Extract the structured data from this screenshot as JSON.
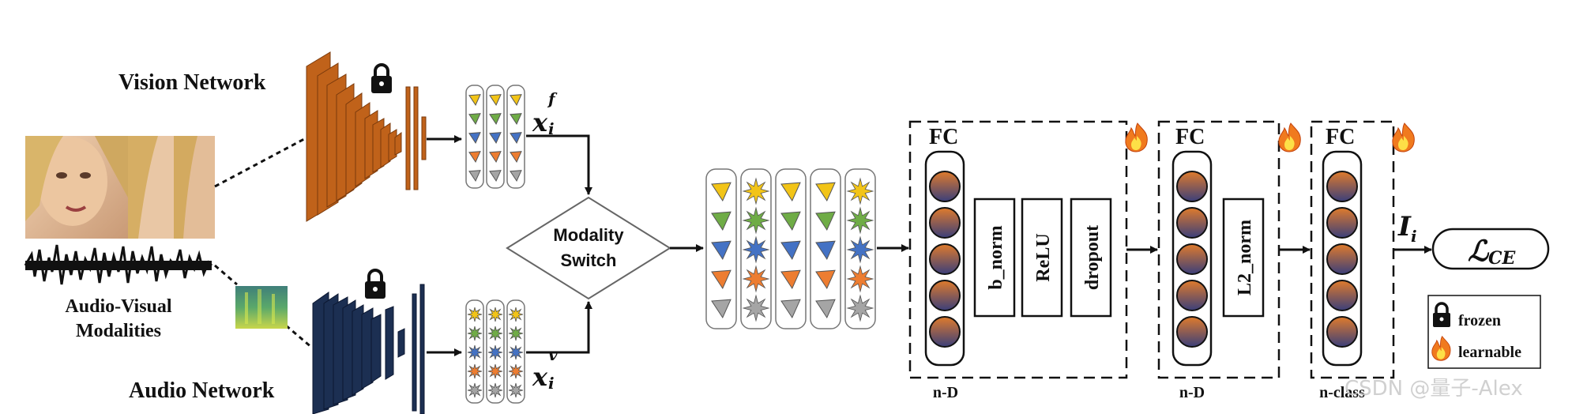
{
  "labels": {
    "vision_network": "Vision Network",
    "audio_network": "Audio Network",
    "av_line1": "Audio-Visual",
    "av_line2": "Modalities",
    "switch_line1": "Modality",
    "switch_line2": "Switch",
    "fc": "FC",
    "b_norm": "b_norm",
    "relu": "ReLU",
    "dropout": "dropout",
    "l2_norm": "L2_norm",
    "n_d": "n-D",
    "n_class": "n-class",
    "feat_vis": "x",
    "feat_vis_sup": "f",
    "feat_vis_sub": "i",
    "feat_aud": "x",
    "feat_aud_sup": "v",
    "feat_aud_sub": "i",
    "out": "I",
    "out_sub": "i",
    "loss": "ℒ",
    "loss_sub": "CE",
    "legend_frozen": "frozen",
    "legend_learnable": "learnable",
    "watermark": "CSDN @量子-Alex"
  },
  "colors": {
    "vision": "#c0621a",
    "audio": "#1c2f52",
    "yellow": "#f2c417",
    "green": "#6fac46",
    "blue": "#4472c4",
    "orange": "#ed7d31",
    "gray": "#a5a5a5",
    "neuron_top": "#e07b2c",
    "neuron_bottom": "#3b3f7a",
    "flame": "#f07a1e"
  },
  "icons": {
    "lock": "lock-icon",
    "flame": "flame-icon"
  }
}
